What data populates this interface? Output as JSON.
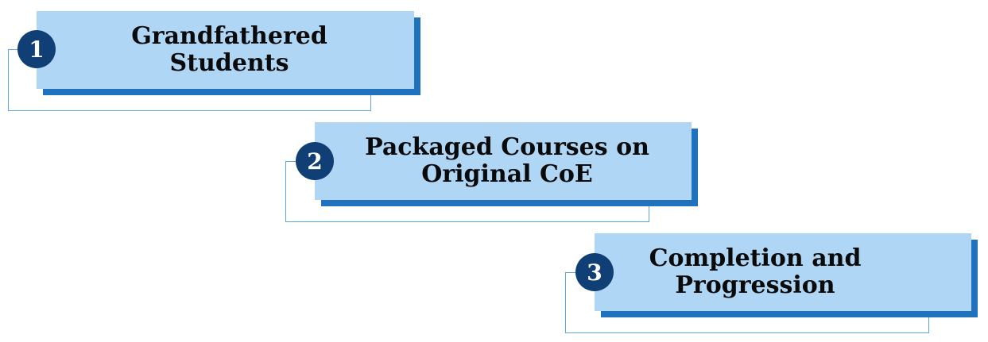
{
  "steps": [
    {
      "number": "1",
      "title": "Grandfathered Students"
    },
    {
      "number": "2",
      "title": "Packaged Courses on Original CoE"
    },
    {
      "number": "3",
      "title": "Completion and Progression"
    }
  ],
  "colors": {
    "card": "#afd6f5",
    "shadow": "#1f72bb",
    "badge": "#0f3f74",
    "outline": "#5aa2e3"
  }
}
